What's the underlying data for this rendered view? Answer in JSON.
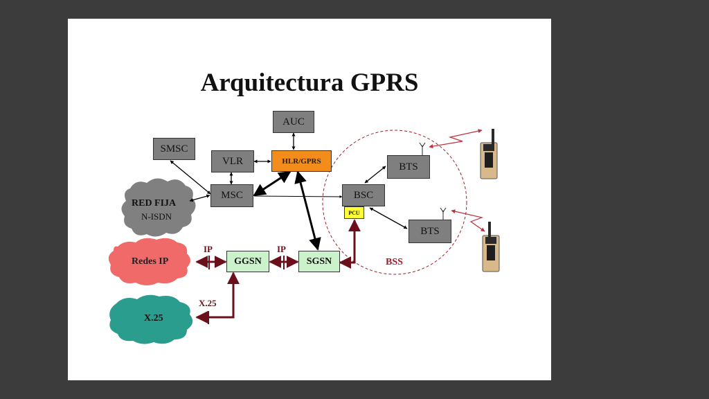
{
  "slide": {
    "title": "Arquitectura GPRS"
  },
  "nodes": {
    "auc": "AUC",
    "smsc": "SMSC",
    "vlr": "VLR",
    "hlr": "HLR/GPRS",
    "msc": "MSC",
    "bsc": "BSC",
    "pcu": "PCU",
    "bts_top": "BTS",
    "bts_bottom": "BTS",
    "ggsn": "GGSN",
    "sgsn": "SGSN"
  },
  "clouds": {
    "red_fija_line1": "RED FIJA",
    "red_fija_line2": "N-ISDN",
    "redes_ip": "Redes IP",
    "x25": "X.25"
  },
  "labels": {
    "ip_left": "IP",
    "ip_middle": "IP",
    "x25": "X.25",
    "bss": "BSS"
  },
  "colors": {
    "background": "#3c3c3c",
    "node_gray": "#7f7f7f",
    "hlr_orange": "#f28c1a",
    "node_green": "#ccf2cc",
    "pcu_yellow": "#ffff33",
    "cloud_gray": "#808080",
    "cloud_red": "#f06a6a",
    "cloud_teal": "#2a9d8f",
    "link_dark_red": "#6b0f1a",
    "bss_red": "#a01c2a"
  }
}
